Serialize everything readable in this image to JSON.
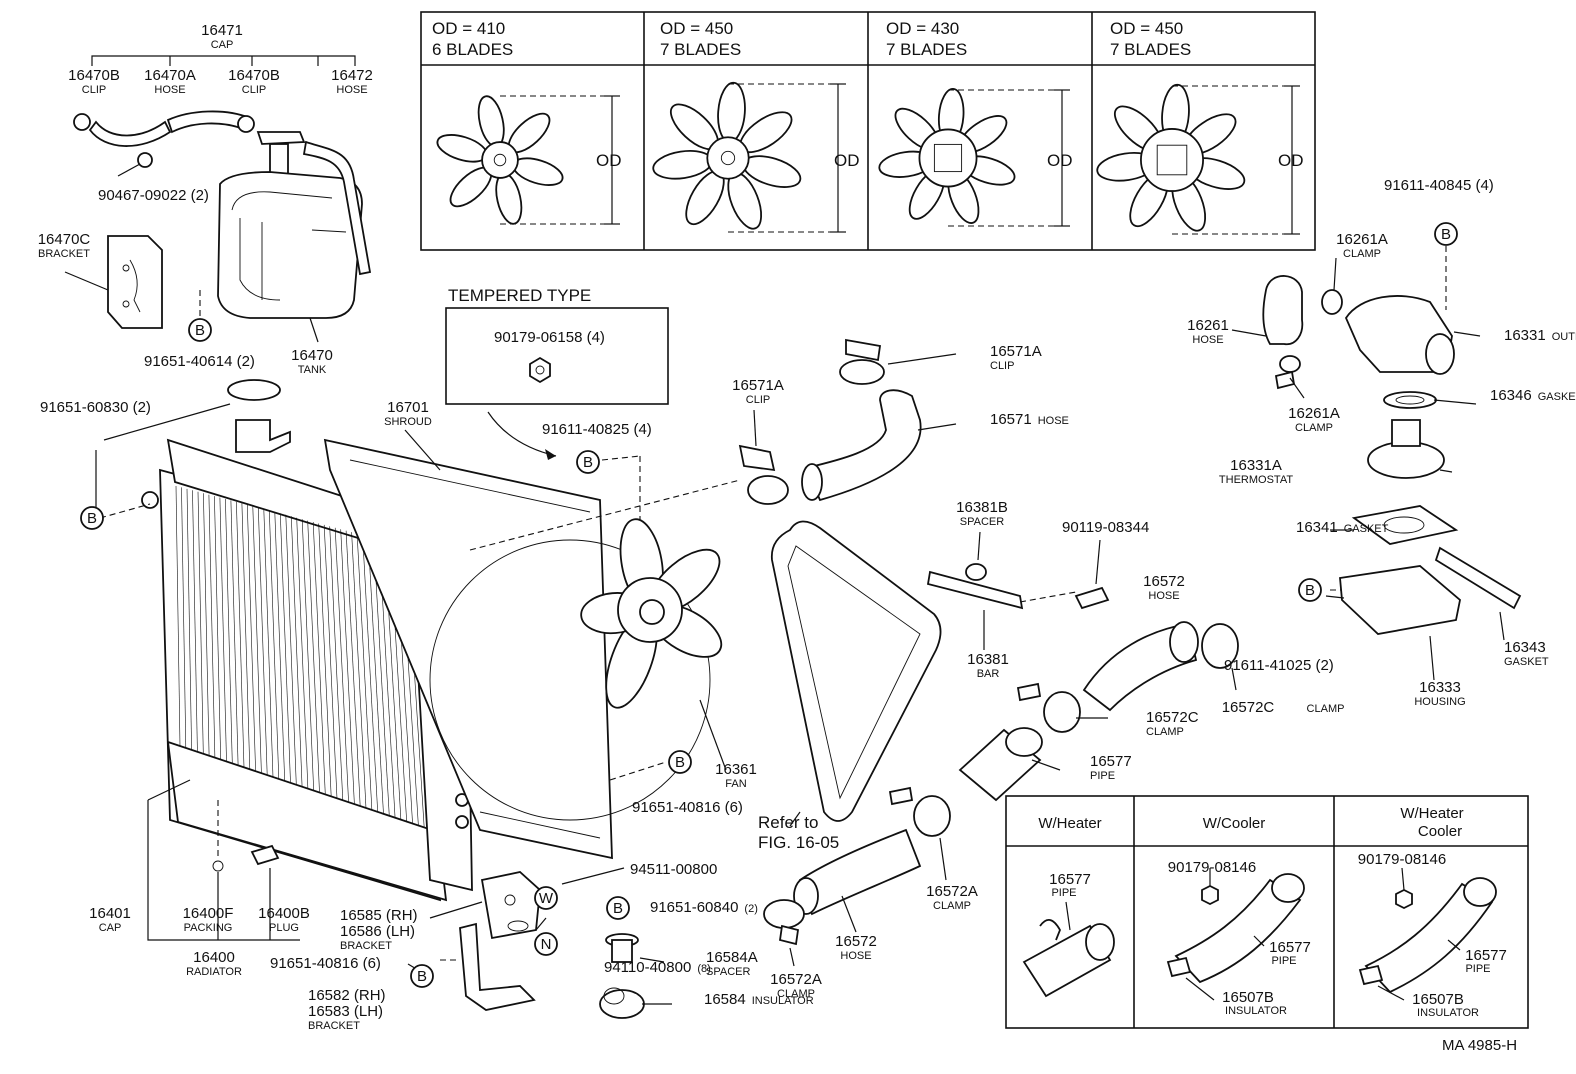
{
  "fan_table": [
    {
      "od": "OD = 410",
      "blades": "6 BLADES",
      "dim": "OD"
    },
    {
      "od": "OD = 450",
      "blades": "7 BLADES",
      "dim": "OD"
    },
    {
      "od": "OD = 430",
      "blades": "7 BLADES",
      "dim": "OD"
    },
    {
      "od": "OD = 450",
      "blades": "7 BLADES",
      "dim": "OD"
    }
  ],
  "tempered": {
    "title": "TEMPERED TYPE",
    "part": "90179-06158 (4)"
  },
  "variants": [
    {
      "header": "W/Heater",
      "pipe": "16577",
      "pipe_name": "PIPE"
    },
    {
      "header": "W/Cooler",
      "bolt": "90179-08146",
      "pipe": "16577",
      "pipe_name": "PIPE",
      "ins": "16507B",
      "ins_name": "INSULATOR"
    },
    {
      "header": "W/Heater",
      "header2": "Cooler",
      "bolt": "90179-08146",
      "pipe": "16577",
      "pipe_name": "PIPE",
      "ins": "16507B",
      "ins_name": "INSULATOR"
    }
  ],
  "markers": {
    "b": "B",
    "w": "W",
    "n": "N"
  },
  "refer": {
    "line1": "Refer to",
    "line2": "FIG. 16-05"
  },
  "footer": "MA 4985-H",
  "parts": [
    {
      "pn": "16471",
      "name": "CAP"
    },
    {
      "pn": "16470B",
      "name": "CLIP"
    },
    {
      "pn": "16470A",
      "name": "HOSE"
    },
    {
      "pn": "16470B",
      "name": "CLIP"
    },
    {
      "pn": "16472",
      "name": "HOSE"
    },
    {
      "pn": "90467-09022 (2)",
      "name": ""
    },
    {
      "pn": "16470C",
      "name": "BRACKET"
    },
    {
      "pn": "91651-40614 (2)",
      "name": ""
    },
    {
      "pn": "16470",
      "name": "TANK"
    },
    {
      "pn": "91651-60830 (2)",
      "name": ""
    },
    {
      "pn": "16701",
      "name": "SHROUD"
    },
    {
      "pn": "91611-40825 (4)",
      "name": ""
    },
    {
      "pn": "16571A",
      "name": "CLIP"
    },
    {
      "pn": "16571A",
      "name": "CLIP"
    },
    {
      "pn": "16571",
      "name": "HOSE"
    },
    {
      "pn": "16381B",
      "name": "SPACER"
    },
    {
      "pn": "90119-08344",
      "name": ""
    },
    {
      "pn": "16381",
      "name": "BAR"
    },
    {
      "pn": "16572",
      "name": "HOSE"
    },
    {
      "pn": "16572C",
      "name": "CLAMP"
    },
    {
      "pn": "16572C",
      "name": "CLAMP"
    },
    {
      "pn": "16577",
      "name": "PIPE"
    },
    {
      "pn": "16361",
      "name": "FAN"
    },
    {
      "pn": "91651-40816 (6)",
      "name": ""
    },
    {
      "pn": "94511-00800",
      "name": ""
    },
    {
      "pn": "91651-60840",
      "name": "(2)"
    },
    {
      "pn": "94110-40800",
      "name": "(8)"
    },
    {
      "pn": "16584A",
      "name": "SPACER"
    },
    {
      "pn": "16584",
      "name": "INSULATOR"
    },
    {
      "pn": "16572A",
      "name": "CLAMP"
    },
    {
      "pn": "16572A",
      "name": "CLAMP"
    },
    {
      "pn": "16572",
      "name": "HOSE"
    },
    {
      "pn": "16401",
      "name": "CAP"
    },
    {
      "pn": "16400F",
      "name": "PACKING"
    },
    {
      "pn": "16400B",
      "name": "PLUG"
    },
    {
      "pn": "16400",
      "name": "RADIATOR"
    },
    {
      "pn": "16585 (RH)",
      "name": ""
    },
    {
      "pn": "16586 (LH)",
      "name": "BRACKET"
    },
    {
      "pn": "91651-40816 (6)",
      "name": ""
    },
    {
      "pn": "16582 (RH)",
      "name": ""
    },
    {
      "pn": "16583 (LH)",
      "name": "BRACKET"
    },
    {
      "pn": "91611-40845 (4)",
      "name": ""
    },
    {
      "pn": "16261A",
      "name": "CLAMP"
    },
    {
      "pn": "16261",
      "name": "HOSE"
    },
    {
      "pn": "16331",
      "name": "OUTLET"
    },
    {
      "pn": "16261A",
      "name": "CLAMP"
    },
    {
      "pn": "16346",
      "name": "GASKET"
    },
    {
      "pn": "16331A",
      "name": "THERMOSTAT"
    },
    {
      "pn": "16341",
      "name": "GASKET"
    },
    {
      "pn": "91611-41025 (2)",
      "name": ""
    },
    {
      "pn": "16343",
      "name": "GASKET"
    },
    {
      "pn": "16333",
      "name": "HOUSING"
    }
  ]
}
